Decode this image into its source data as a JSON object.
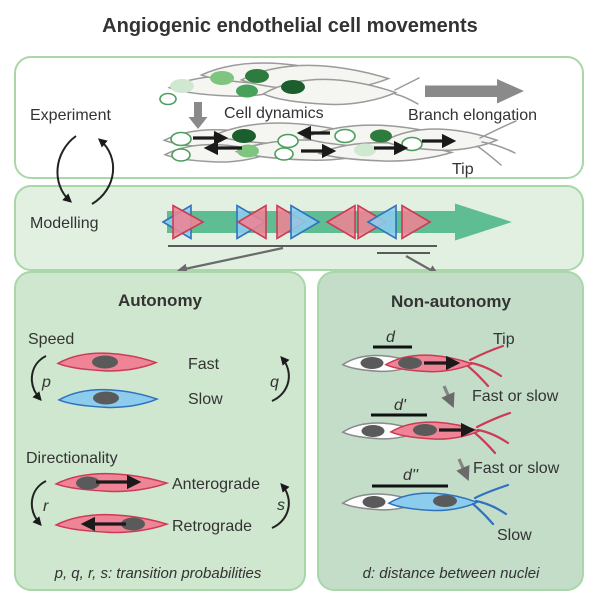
{
  "title": "Angiogenic endothelial cell movements",
  "experiment_panel": {
    "label": "Experiment",
    "cell_dynamics": "Cell dynamics",
    "branch_elongation": "Branch elongation",
    "tip": "Tip"
  },
  "modelling_panel": {
    "label": "Modelling"
  },
  "autonomy_panel": {
    "title": "Autonomy",
    "speed": "Speed",
    "fast": "Fast",
    "slow": "Slow",
    "p": "p",
    "q": "q",
    "directionality": "Directionality",
    "anterograde": "Anterograde",
    "retrograde": "Retrograde",
    "r": "r",
    "s": "s",
    "footer": "p, q, r, s: transition probabilities"
  },
  "nonautonomy_panel": {
    "title": "Non-autonomy",
    "tip": "Tip",
    "d": "d",
    "d_prime": "d'",
    "d_double_prime": "d''",
    "fast_or_slow_1": "Fast or slow",
    "fast_or_slow_2": "Fast or slow",
    "slow": "Slow",
    "footer": "d: distance between nuclei"
  },
  "colors": {
    "text": "#333333",
    "panel_border": "#a9d7a9",
    "top_panel_bg": "#ffffff",
    "modelling_bg": "#e2f0e2",
    "autonomy_bg": "#cfe6cf",
    "nonautonomy_bg": "#c3ddc9",
    "green_arrow": "#5ebd92",
    "red_fill": "#ee8495",
    "red_stroke": "#cc3b55",
    "blue_fill": "#8ccdee",
    "blue_stroke": "#2f72bd",
    "gray_arrow": "#8c8c8c",
    "cell_body": "#f5f5f2",
    "cell_outline": "#9a9a9a",
    "nucleus_gray": "#5a5a5a",
    "nucleus_ring": "#4e9e5e",
    "nucleus_pale": "#cfe8cf",
    "nucleus_light": "#7fc57f",
    "nucleus_mid": "#46a258",
    "nucleus_dark": "#2d7c3e",
    "nucleus_darkest": "#1c5e2e"
  }
}
